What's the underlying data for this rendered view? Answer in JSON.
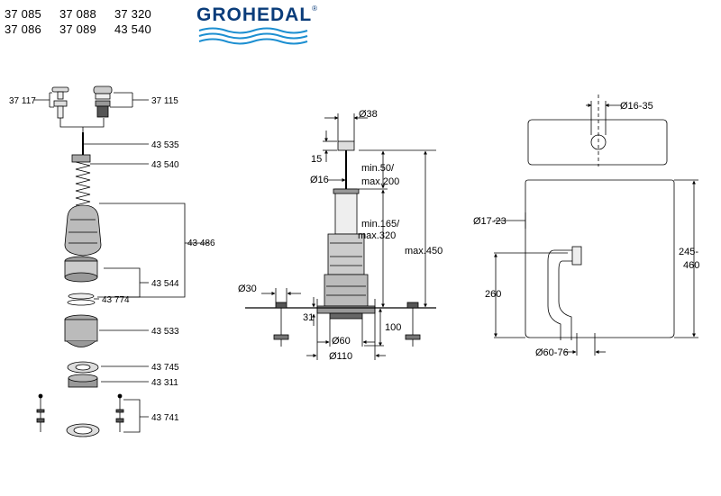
{
  "header": {
    "article_numbers": [
      "37 085",
      "37 088",
      "37 320",
      "37 086",
      "37 089",
      "43 540"
    ],
    "brand": "GROHEDAL",
    "brand_mark": "®"
  },
  "parts": {
    "p37117": "37 117",
    "p37115": "37 115",
    "p43535": "43 535",
    "p43540": "43 540",
    "p43486": "43 486",
    "p43544": "43 544",
    "p43774": "43 774",
    "p43533": "43 533",
    "p43745": "43 745",
    "p43311": "43 311",
    "p43741": "43 741"
  },
  "valve_dims": {
    "d38": "Ø38",
    "h15": "15",
    "min50": "min.50/",
    "max200": "max.200",
    "d16": "Ø16",
    "min165": "min.165/",
    "max320": "max.320",
    "max450": "max.450",
    "d30": "Ø30",
    "h31": "31",
    "h100": "100",
    "d60": "Ø60",
    "d110": "Ø110"
  },
  "cistern_dims": {
    "d16_35": "Ø16-35",
    "d17_23": "Ø17-23",
    "h245": "245-",
    "h460": "460",
    "h260": "260",
    "d60_76": "Ø60-76"
  }
}
